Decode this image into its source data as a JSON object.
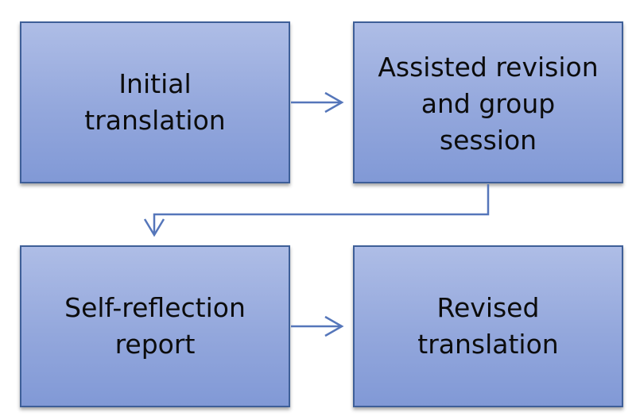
{
  "steps": [
    {
      "id": "initial-translation",
      "lines": [
        "Initial",
        "translation"
      ]
    },
    {
      "id": "assisted-revision",
      "lines": [
        "Assisted revision",
        "and group",
        "session"
      ]
    },
    {
      "id": "self-reflection",
      "lines": [
        "Self-reflection",
        "report"
      ]
    },
    {
      "id": "revised-translation",
      "lines": [
        "Revised",
        "translation"
      ]
    }
  ],
  "connections": [
    {
      "from": "initial-translation",
      "to": "assisted-revision"
    },
    {
      "from": "assisted-revision",
      "to": "self-reflection"
    },
    {
      "from": "self-reflection",
      "to": "revised-translation"
    }
  ],
  "colors": {
    "box_fill_top": "#aebde6",
    "box_fill_bottom": "#8199d6",
    "box_border": "#3e5f98",
    "connector": "#5576ba",
    "text": "#0c0c0c"
  }
}
